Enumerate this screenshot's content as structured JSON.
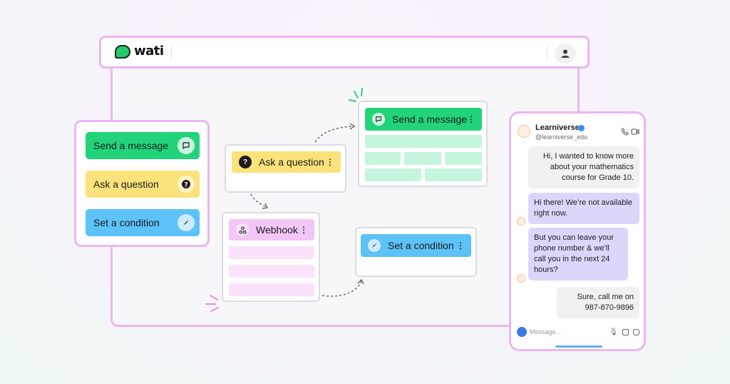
{
  "app": {
    "logo_text": "wati"
  },
  "palette": {
    "items": [
      {
        "label": "Send a message",
        "icon": "chat-bubble-icon",
        "color": "#22d37a"
      },
      {
        "label": "Ask a question",
        "icon": "question-icon",
        "color": "#fbe27a"
      },
      {
        "label": "Set a condition",
        "icon": "compass-icon",
        "color": "#5cc2f7"
      }
    ]
  },
  "flow": {
    "ask_question": {
      "label": "Ask a question"
    },
    "send_message": {
      "label": "Send a message"
    },
    "webhook": {
      "label": "Webhook"
    },
    "set_condition": {
      "label": "Set a condition"
    }
  },
  "chat": {
    "contact_name": "Learniverse",
    "contact_handle": "@learniverse_edu",
    "messages": [
      {
        "direction": "outgoing",
        "text": "Hi, I wanted to know more about your mathematics course for Grade 10."
      },
      {
        "direction": "incoming",
        "text": "Hi there! We’re not available right now."
      },
      {
        "direction": "incoming",
        "text": "But you can leave your phone number & we’ll call you in the next 24 hours?"
      },
      {
        "direction": "outgoing",
        "text": "Sure, call me on 987-870-9896"
      }
    ],
    "composer_placeholder": "Message..."
  },
  "colors": {
    "frame_pink": "#ecb6f0",
    "green": "#22d37a",
    "yellow": "#fbe27a",
    "blue": "#5cc2f7",
    "pink": "#f4c6f6",
    "purple_bubble": "#ddd6fb"
  }
}
